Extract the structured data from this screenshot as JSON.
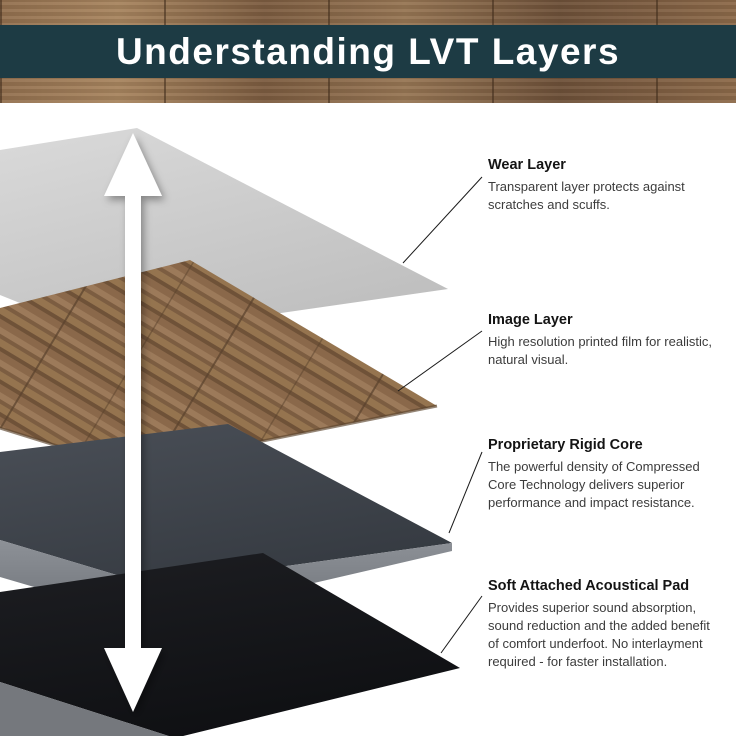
{
  "header": {
    "title": "Understanding LVT Layers"
  },
  "colors": {
    "banner": "#1d3b44",
    "wear_layer": "#c9c9c9",
    "wood_base": "#8d6c4e",
    "core_top": "#43484f",
    "core_front": "#82868c",
    "pad": "#17181c",
    "arrow": "#ffffff",
    "connector": "#1a1a1a"
  },
  "annotations": [
    {
      "id": "wear-layer",
      "title": "Wear Layer",
      "body": "Transparent layer protects against scratches and scuffs."
    },
    {
      "id": "image-layer",
      "title": "Image Layer",
      "body": "High resolution printed film for realistic, natural visual."
    },
    {
      "id": "rigid-core",
      "title": "Proprietary Rigid Core",
      "body": "The powerful density of Compressed Core Technology delivers superior performance and impact resistance."
    },
    {
      "id": "acoustical-pad",
      "title": "Soft Attached Acoustical Pad",
      "body": "Provides superior sound absorption, sound reduction and the added benefit of comfort underfoot. No interlayment required - for faster installation."
    }
  ]
}
